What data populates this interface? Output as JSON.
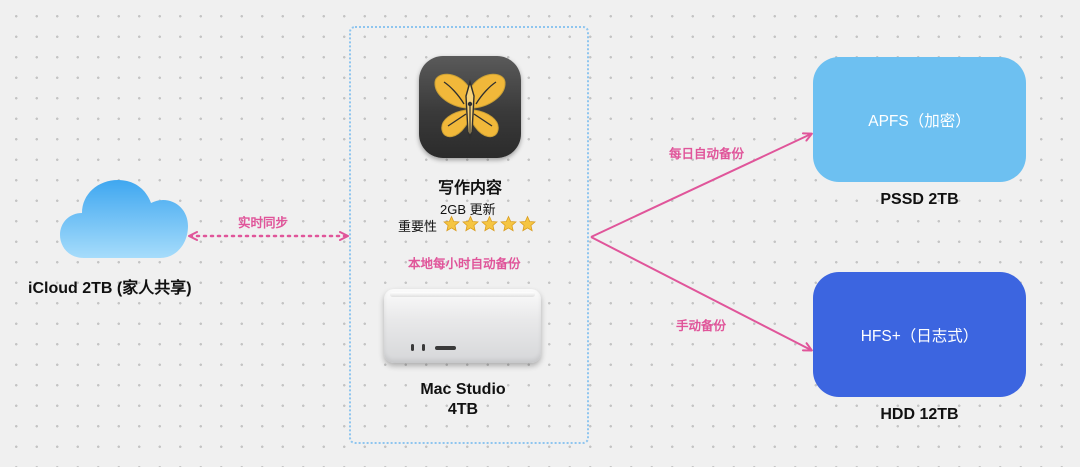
{
  "nodes": {
    "icloud": {
      "label": "iCloud 2TB (家人共享)",
      "icon": "cloud-icon"
    },
    "app": {
      "title": "写作内容",
      "size_text": "2GB 更新",
      "importance_label": "重要性",
      "importance_rating": 5,
      "importance_max": 5,
      "icon": "ulysses-butterfly-icon"
    },
    "local_backup_label": "本地每小时自动备份",
    "mac_studio": {
      "line1": "Mac Studio",
      "line2": "4TB",
      "icon": "mac-studio-icon"
    },
    "pssd": {
      "box_text": "APFS（加密）",
      "label": "PSSD 2TB",
      "color": "#6dc0f1"
    },
    "hdd": {
      "box_text": "HFS+（日志式）",
      "label": "HDD 12TB",
      "color": "#3c65e0"
    }
  },
  "edges": {
    "sync": "实时同步",
    "daily": "每日自动备份",
    "manual": "手动备份",
    "color": "#e0559a"
  }
}
